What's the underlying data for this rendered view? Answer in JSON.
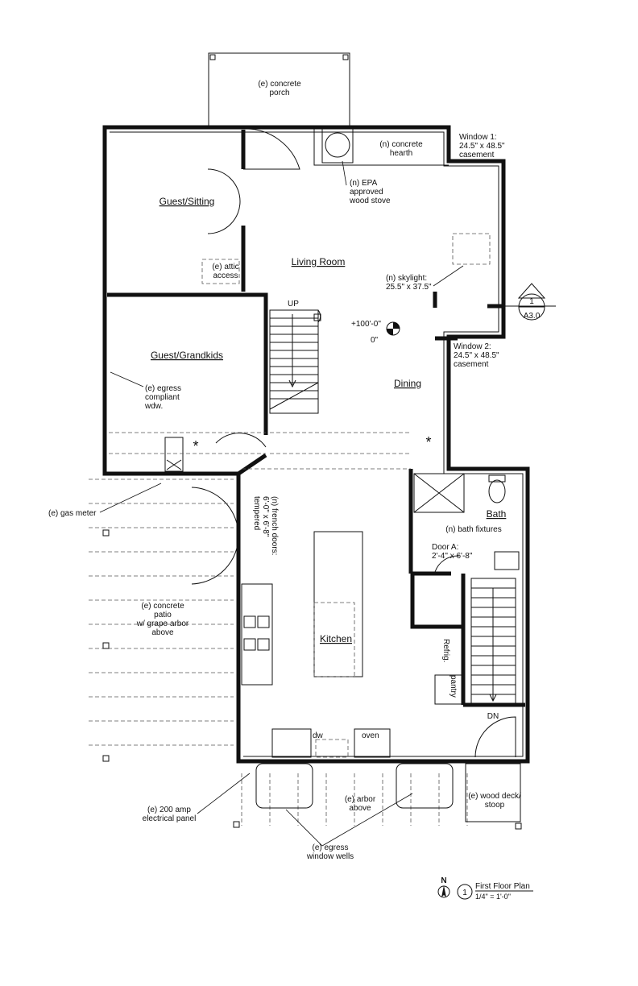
{
  "rooms": {
    "guest_sitting": "Guest/Sitting",
    "living_room": "Living Room",
    "guest_grandkids": "Guest/Grandkids",
    "dining": "Dining",
    "bath": "Bath",
    "kitchen": "Kitchen"
  },
  "notes": {
    "porch": [
      "(e) concrete",
      "porch"
    ],
    "hearth": [
      "(n) concrete",
      "hearth"
    ],
    "window1": [
      "Window 1:",
      "24.5\" x 48.5\"",
      "casement"
    ],
    "stove": [
      "(n) EPA",
      "approved",
      "wood stove"
    ],
    "attic": [
      "(e) attic",
      "access"
    ],
    "skylight": [
      "(n) skylight:",
      "25.5\" x 37.5\""
    ],
    "window2": [
      "Window 2:",
      "24.5\" x 48.5\"",
      "casement"
    ],
    "up": "UP",
    "elev_top": "+100'-0\"",
    "elev_bottom": "0\"",
    "egress_wdw": [
      "(e) egress",
      "compliant",
      "wdw."
    ],
    "gas_meter": "(e) gas meter",
    "french_doors": [
      "(n) french doors:",
      "6'-0\" x 6'-8\"",
      "tempered"
    ],
    "bath_fixtures": "(n) bath fixtures",
    "door_a": [
      "Door A:",
      "2'-4\" x 6'-8\""
    ],
    "patio": [
      "(e) concrete",
      "patio",
      "w/ grape arbor",
      "above"
    ],
    "refrig": "Refrig.",
    "pantry": "pantry",
    "dn": "DN",
    "dw": "dw",
    "oven": "oven",
    "electrical": [
      "(e) 200 amp",
      "electrical panel"
    ],
    "arbor": [
      "(e) arbor",
      "above"
    ],
    "deck": [
      "(e) wood deck/",
      "stoop"
    ],
    "window_wells": [
      "(e) egress",
      "window wells"
    ],
    "asterisk": "*"
  },
  "section_marker": {
    "number": "1",
    "sheet": "A3.0"
  },
  "title_block": {
    "north": "N",
    "number": "1",
    "title": "First Floor Plan",
    "scale": "1/4\" = 1'-0\""
  }
}
